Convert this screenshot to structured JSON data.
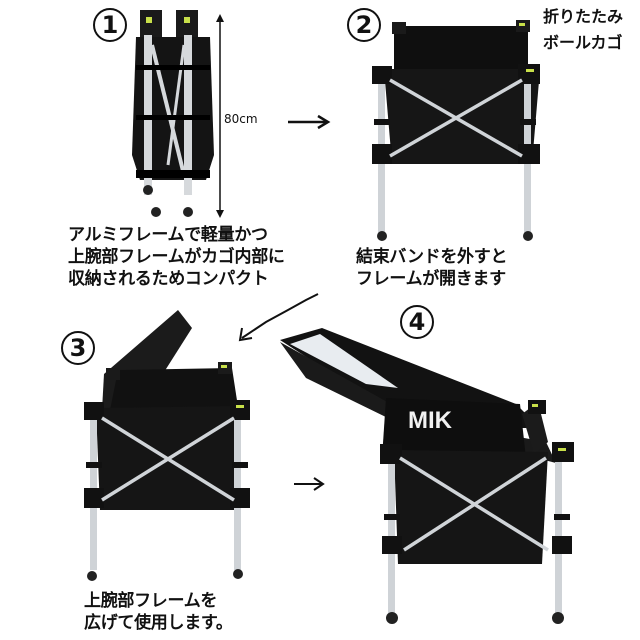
{
  "title": {
    "lines": [
      "折りたたみ",
      "ボールカゴ"
    ]
  },
  "steps": [
    {
      "number": "1",
      "dimension_label": "80cm",
      "caption_lines": [
        "アルミフレームで軽量かつ",
        "上腕部フレームがカゴ内部に",
        "収納されるためコンパクト"
      ],
      "state": "folded"
    },
    {
      "number": "2",
      "caption_lines": [
        "結束バンドを外すと",
        "フレームが開きます"
      ],
      "state": "frame-open"
    },
    {
      "number": "3",
      "caption_lines": [
        "上腕部フレームを",
        "広げて使用します。"
      ],
      "state": "upper-frame-raising"
    },
    {
      "number": "4",
      "brand_text": "MIK",
      "state": "fully-open"
    }
  ],
  "arrows": [
    {
      "from": "1",
      "to": "2",
      "glyph": "→"
    },
    {
      "from": "2",
      "to": "3",
      "glyph": "↙"
    },
    {
      "from": "3",
      "to": "4",
      "glyph": "→"
    }
  ],
  "colors": {
    "background": "#ffffff",
    "fabric": "#141414",
    "frame": "#c8ccd0",
    "accent_sticker": "#c8e04a",
    "text": "#111111"
  }
}
